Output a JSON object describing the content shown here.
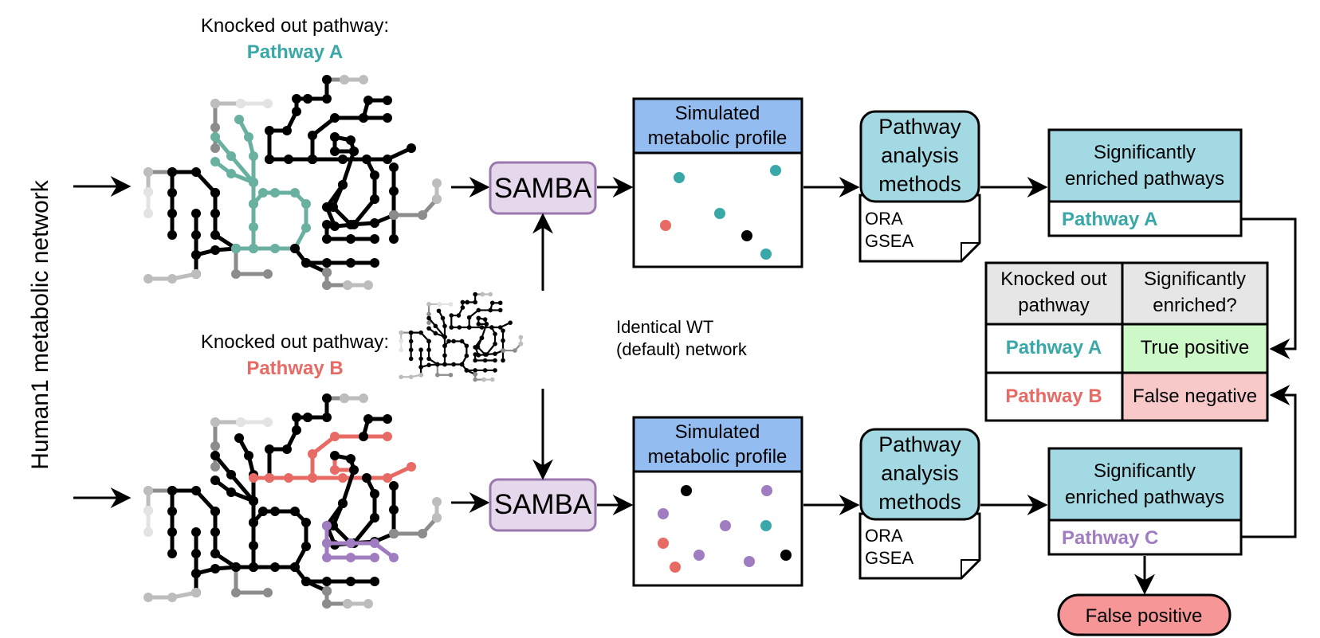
{
  "side_label": "Human1 metabolic network",
  "colors": {
    "pathway_a": "#3aa8a8",
    "pathway_b": "#e86a64",
    "pathway_c": "#a07cc0",
    "network_a_highlight": "#6ab0a0",
    "samba_fill": "#e6d8ec",
    "samba_stroke": "#9a78ad",
    "profile_header": "#93bdf0",
    "methods_fill": "#a3d9e3",
    "enriched_header": "#a3d9e3",
    "table_header": "#e6e6e6",
    "true_positive": "#cdf8c8",
    "false_negative": "#f9c9c9",
    "false_positive": "#f79696"
  },
  "row_a": {
    "knockout_label": "Knocked out pathway:",
    "knockout_pathway": "Pathway A",
    "samba": "SAMBA",
    "profile_title_1": "Simulated",
    "profile_title_2": "metabolic profile",
    "methods_1": "Pathway",
    "methods_2": "analysis",
    "methods_3": "methods",
    "doc_line_1": "ORA",
    "doc_line_2": "GSEA",
    "enriched_title_1": "Significantly",
    "enriched_title_2": "enriched pathways",
    "enriched_result": "Pathway A"
  },
  "row_b": {
    "knockout_label": "Knocked out pathway:",
    "knockout_pathway": "Pathway B",
    "samba": "SAMBA",
    "profile_title_1": "Simulated",
    "profile_title_2": "metabolic profile",
    "methods_1": "Pathway",
    "methods_2": "analysis",
    "methods_3": "methods",
    "doc_line_1": "ORA",
    "doc_line_2": "GSEA",
    "enriched_title_1": "Significantly",
    "enriched_title_2": "enriched pathways",
    "enriched_result": "Pathway C",
    "false_positive": "False positive"
  },
  "wt_network": {
    "line_1": "Identical WT",
    "line_2": "(default) network"
  },
  "results_table": {
    "header_col1_line1": "Knocked out",
    "header_col1_line2": "pathway",
    "header_col2_line1": "Significantly",
    "header_col2_line2": "enriched?",
    "rows": [
      {
        "pathway": "Pathway A",
        "result": "True positive"
      },
      {
        "pathway": "Pathway B",
        "result": "False negative"
      }
    ]
  }
}
